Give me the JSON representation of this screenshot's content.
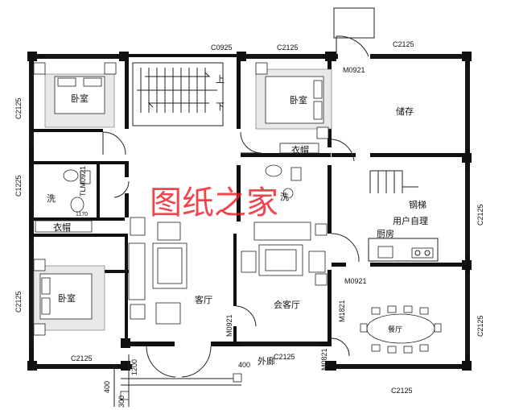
{
  "rooms": {
    "bedroom_top_left": "卧室",
    "bedroom_top_mid": "卧室",
    "bedroom_bottom_left": "卧室",
    "storage": "储存",
    "wash_left": "洗",
    "wash_mid": "洗",
    "wardrobe_left": "衣帽",
    "wardrobe_mid": "衣帽",
    "living": "客厅",
    "reception": "会客厅",
    "kitchen": "厨房",
    "dining": "餐厅",
    "corridor": "外廊",
    "piano": "钢梯",
    "user_custom": "用户自理"
  },
  "stairs": {
    "up": "上",
    "down": "下"
  },
  "codes": {
    "c0925": "C0925",
    "c2125_top_mid": "C2125",
    "c2125_top_right": "C2125",
    "m0921_top": "M0921",
    "c2125_left_top": "C2125",
    "c1225": "C1225",
    "tlm0921": "TLM0921",
    "c2125_right_mid": "C2125",
    "m0921_right": "M0921",
    "c2125_right_low": "C2125",
    "m0921_living": "M0921",
    "m1821": "M1821",
    "c2125_left_low": "C2125",
    "c2125_bottom_left": "C2125",
    "c2125_bottom_mid": "C2125",
    "m0821": "M0821",
    "c2125_bottom_right": "C2125",
    "dim_1200": "1200",
    "dim_400": "400",
    "dim_400b": "400",
    "dim_300": "300",
    "dim_1170": "1170"
  },
  "watermark": "图纸之家"
}
